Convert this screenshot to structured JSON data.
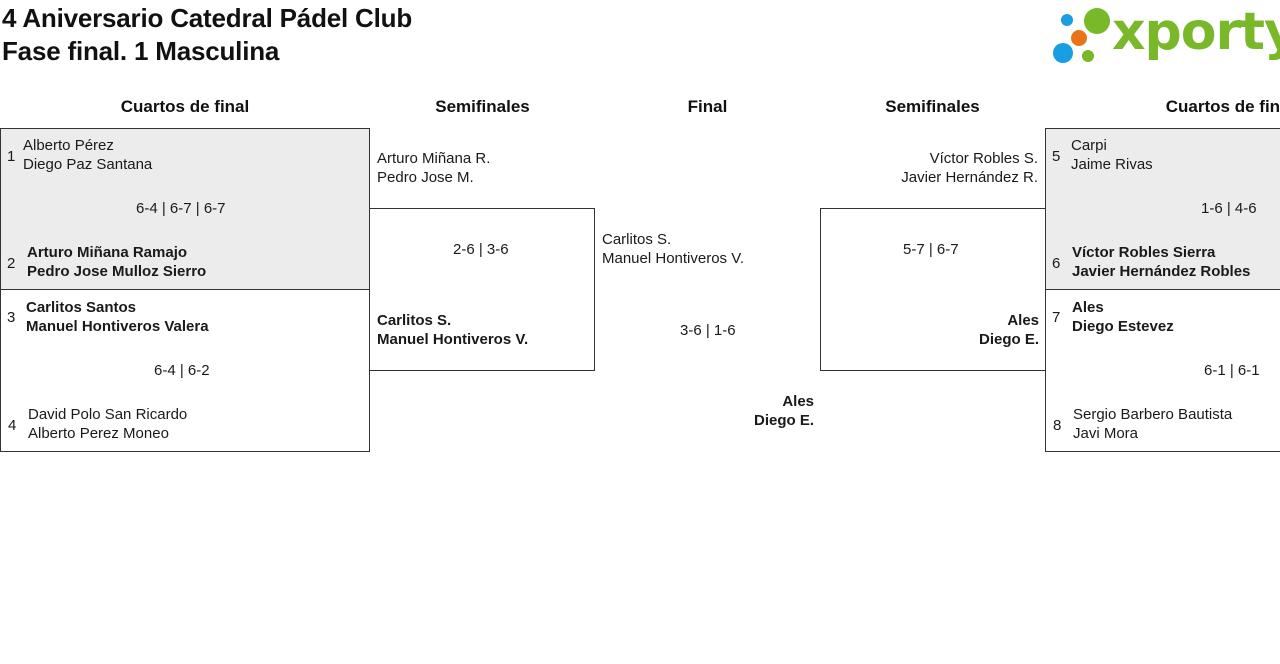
{
  "header": {
    "title_line1": "4 Aniversario Catedral Pádel Club",
    "title_line2": "Fase final. 1 Masculina"
  },
  "logo": {
    "text": "xporty",
    "colors": {
      "green": "#79b829",
      "blue": "#1a9ee2",
      "orange": "#e8741a"
    }
  },
  "columns": {
    "left_qf": "Cuartos de final",
    "left_sf": "Semifinales",
    "final": "Final",
    "right_sf": "Semifinales",
    "right_qf": "Cuartos de final"
  },
  "left_qf": [
    {
      "seed_a": "1",
      "team_a": [
        "Alberto Pérez",
        "Diego Paz Santana"
      ],
      "score": "6-4 | 6-7 | 6-7",
      "seed_b": "2",
      "team_b": [
        "Arturo Miñana Ramajo",
        "Pedro Jose Mulloz Sierro"
      ]
    },
    {
      "seed_a": "3",
      "team_a": [
        "Carlitos Santos",
        "Manuel Hontiveros Valera"
      ],
      "score": "6-4 | 6-2",
      "seed_b": "4",
      "team_b": [
        "David Polo San Ricardo",
        "Alberto Perez Moneo"
      ]
    }
  ],
  "left_sf": {
    "team_a": [
      "Arturo Miñana R.",
      "Pedro Jose M."
    ],
    "score": "2-6 | 3-6",
    "team_b": [
      "Carlitos S.",
      "Manuel Hontiveros V."
    ]
  },
  "final": {
    "team_a": [
      "Carlitos S.",
      "Manuel Hontiveros V."
    ],
    "score": "3-6 | 1-6",
    "team_b": [
      "Ales",
      "Diego E."
    ]
  },
  "right_sf": {
    "team_a": [
      "Víctor Robles S.",
      "Javier Hernández R."
    ],
    "score": "5-7 | 6-7",
    "team_b": [
      "Ales",
      "Diego E."
    ]
  },
  "right_qf": [
    {
      "seed_a": "5",
      "team_a": [
        "Carpi",
        "Jaime Rivas"
      ],
      "score": "1-6 | 4-6",
      "seed_b": "6",
      "team_b": [
        "Víctor Robles Sierra",
        "Javier Hernández Robles"
      ]
    },
    {
      "seed_a": "7",
      "team_a": [
        "Ales",
        "Diego Estevez"
      ],
      "score": "6-1 | 6-1",
      "seed_b": "8",
      "team_b": [
        "Sergio Barbero Bautista",
        "Javi Mora"
      ]
    }
  ]
}
